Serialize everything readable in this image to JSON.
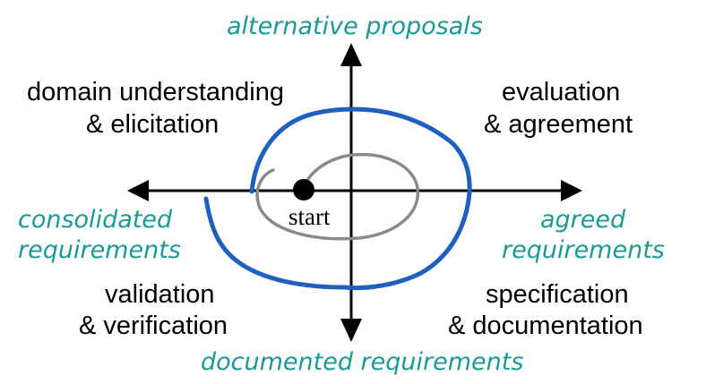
{
  "colors": {
    "axis": "#000000",
    "outer_spiral": "#1f5fbf",
    "inner_spiral": "#8a8a8a",
    "axis_labels": "#1a9a96",
    "quadrant_labels": "#000000"
  },
  "axis_labels": {
    "top": "alternative proposals",
    "bottom": "documented requirements",
    "left": [
      "consolidated",
      "requirements"
    ],
    "right": [
      "agreed",
      "requirements"
    ]
  },
  "quadrants": {
    "top_left": [
      "domain understanding",
      "& elicitation"
    ],
    "top_right": [
      "evaluation",
      "& agreement"
    ],
    "bottom_left": [
      "validation",
      "& verification"
    ],
    "bottom_right": [
      "specification",
      "& documentation"
    ]
  },
  "start": {
    "label": "start"
  }
}
